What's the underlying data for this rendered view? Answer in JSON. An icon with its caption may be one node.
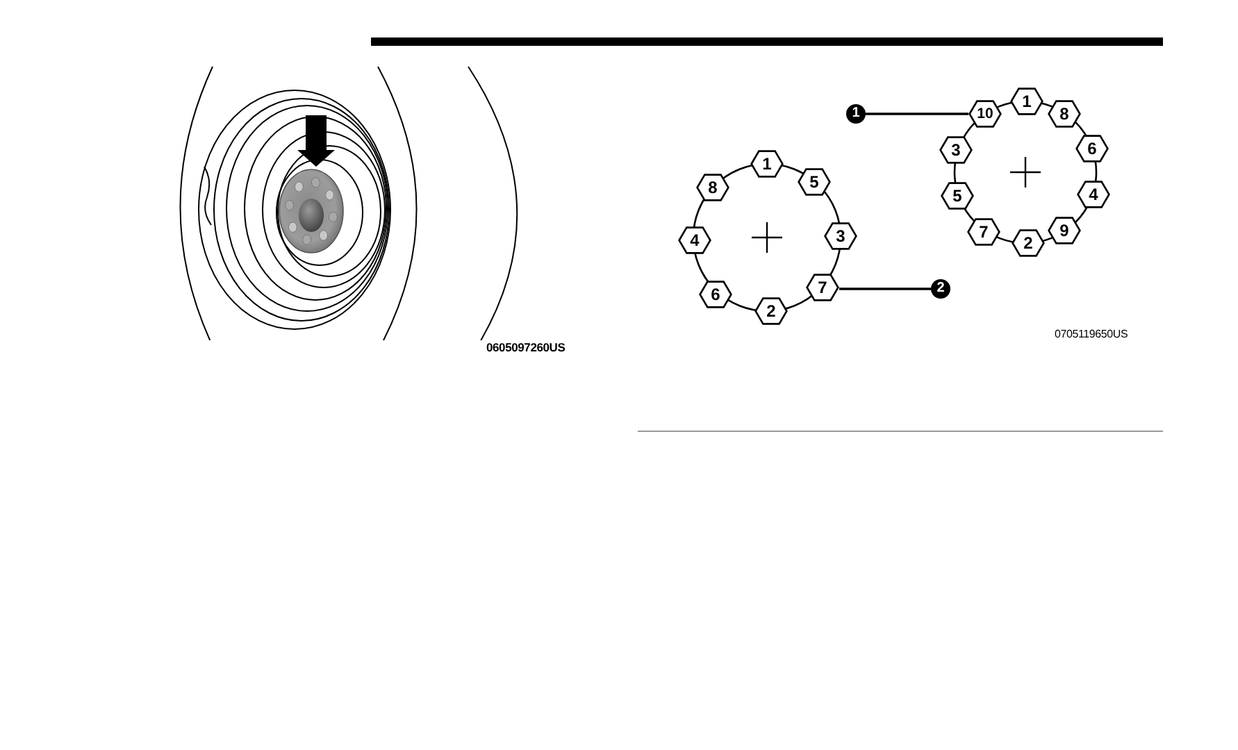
{
  "diagram": {
    "nodes": [
      {
        "text": [
          "1"
        ]
      },
      {
        "text": [],
        "shape": "circle"
      },
      {
        "text": [
          "1"
        ],
        "in": 1
      },
      {
        "text": [
          "8"
        ],
        "in": 1
      },
      {
        "text": [
          "6"
        ],
        "in": 1
      },
      {
        "text": [
          "4"
        ],
        "in": 1
      },
      {
        "text": [
          "9"
        ],
        "in": 1
      },
      {
        "text": [
          "2"
        ],
        "in": 1
      },
      {
        "text": [
          "7"
        ],
        "in": 1
      },
      {
        "text": [
          "5"
        ],
        "in": 1
      },
      {
        "text": [
          "3"
        ],
        "in": 1
      },
      {
        "text": [
          "10"
        ],
        "in": 1
      },
      {
        "text": [],
        "shape": "circle"
      },
      {
        "text": [
          "1"
        ],
        "in": 12
      },
      {
        "text": [
          "5"
        ],
        "in": 12
      },
      {
        "text": [
          "3"
        ],
        "in": 12
      },
      {
        "text": [
          "7"
        ],
        "in": 12
      },
      {
        "text": [
          "2"
        ],
        "in": 12
      },
      {
        "text": [
          "6"
        ],
        "in": 12
      },
      {
        "text": [
          "4"
        ],
        "in": 12
      },
      {
        "text": [
          "8"
        ],
        "in": 12
      },
      {
        "text": [
          "2"
        ]
      }
    ],
    "edges": [
      {
        "from": 0,
        "to": 1,
        "arrow": "none"
      },
      {
        "from": 21,
        "to": 12,
        "arrow": "none"
      }
    ],
    "labels": [
      "0605097260US",
      "0705119650US"
    ]
  }
}
